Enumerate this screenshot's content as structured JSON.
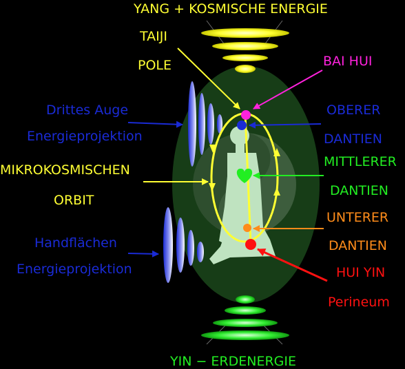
{
  "colors": {
    "yellow": "#ffff33",
    "blue": "#1a2bd6",
    "magenta": "#ff22dd",
    "green": "#22ee22",
    "orange": "#ff8c1a",
    "red": "#ff1111",
    "aura": "#173d17",
    "body": "#bfe3c0"
  },
  "labels": {
    "top_title": "YANG + KOSMISCHE ENERGIE",
    "taiji": "TAIJI",
    "pole": "POLE",
    "bai_hui": "BAI HUI",
    "drittes_auge": "Drittes Auge",
    "energieprojektion_1": "Energieprojektion",
    "oberer": "OBERER",
    "dantien_1": "DANTIEN",
    "mikrokosmischen": "MIKROKOSMISCHEN",
    "orbit": "ORBIT",
    "mittlerer": "MITTLERER",
    "dantien_2": "DANTIEN",
    "unterer": "UNTERER",
    "dantien_3": "DANTIEN",
    "handflaechen": "Handflächen",
    "energieprojektion_2": "Energieprojektion",
    "hui_yin": "HUI YIN",
    "perineum": "Perineum",
    "bottom_title": "YIN − ERDENERGIE"
  }
}
